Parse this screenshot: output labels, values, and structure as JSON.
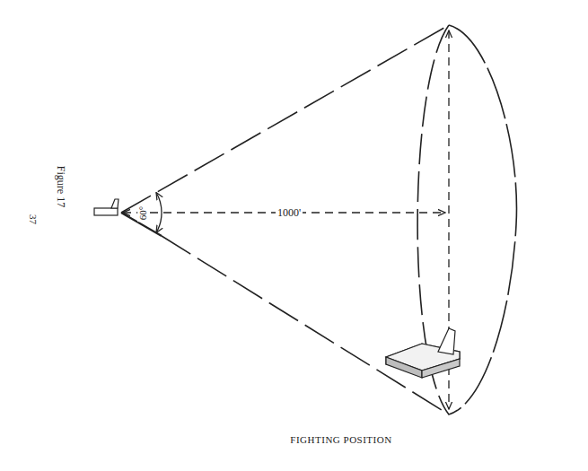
{
  "diagram": {
    "caption": "FIGHTING POSITION",
    "labels": [
      "37",
      "Figure 17",
      "60°",
      "1000'"
    ]
  }
}
